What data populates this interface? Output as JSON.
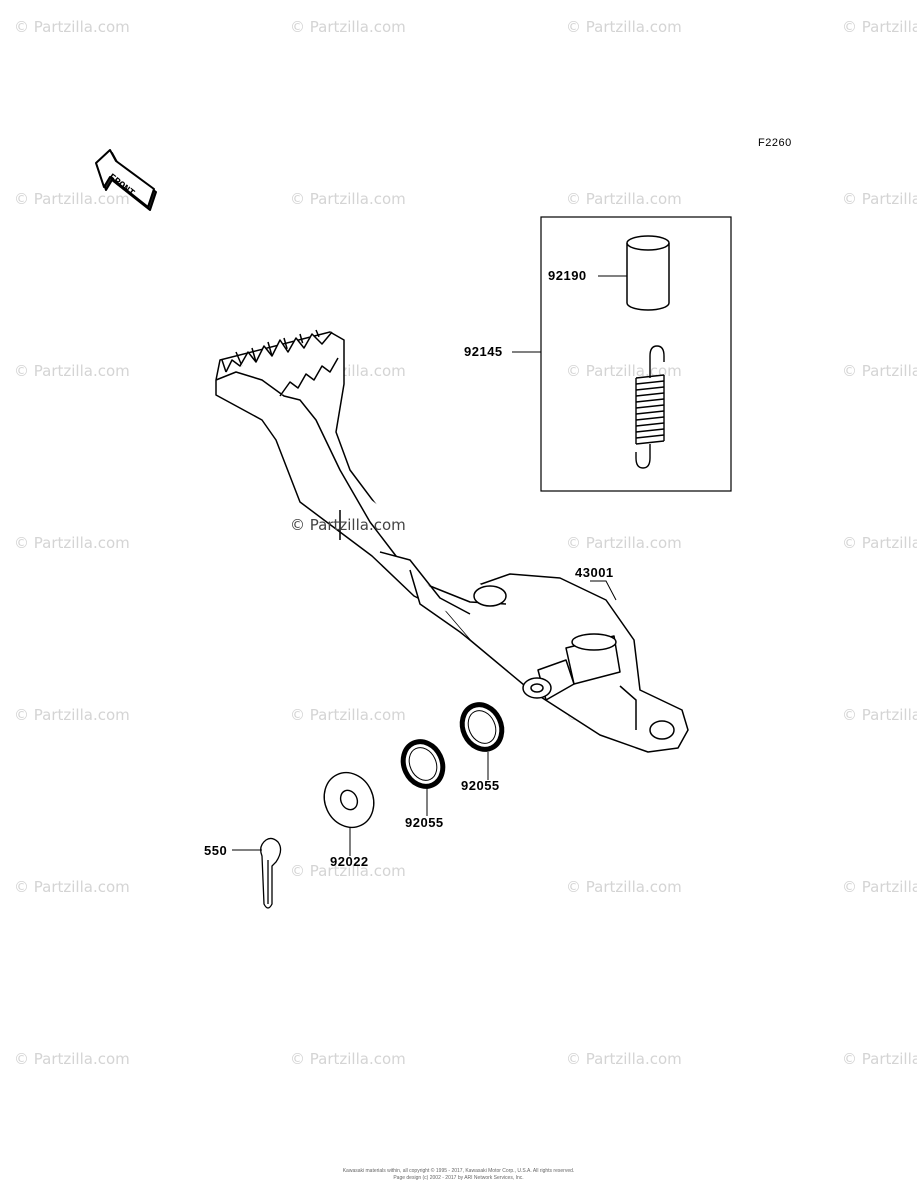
{
  "diagram": {
    "figure_code": "F2260",
    "front_label": "FRONT",
    "watermark": "© Partzilla.com",
    "copyright_mark": "© Partzilla.com",
    "parts": [
      {
        "id": "92190",
        "label": "92190"
      },
      {
        "id": "92145",
        "label": "92145"
      },
      {
        "id": "43001",
        "label": "43001"
      },
      {
        "id": "92055a",
        "label": "92055"
      },
      {
        "id": "92055b",
        "label": "92055"
      },
      {
        "id": "92022",
        "label": "92022"
      },
      {
        "id": "550",
        "label": "550"
      }
    ],
    "footer": {
      "line1": "Kawasaki materials within, all copyright © 1995 - 2017, Kawasaki Motor Corp., U.S.A. All rights reserved.",
      "line2": "Page design (c) 2002 - 2017 by ARI Network Services, Inc."
    }
  }
}
